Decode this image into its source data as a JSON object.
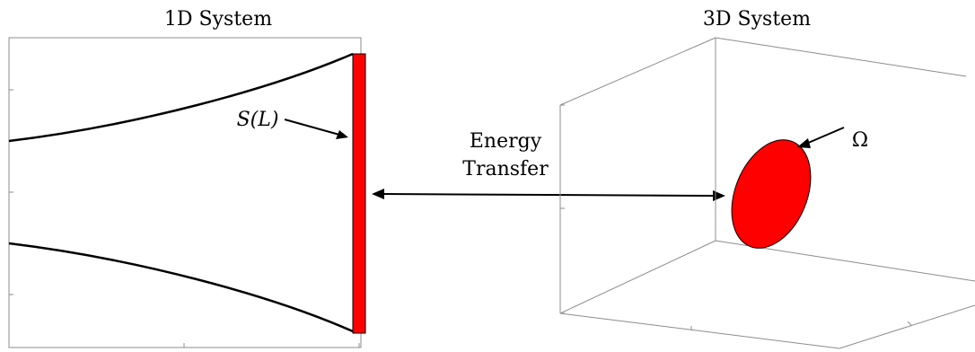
{
  "panels": {
    "left": {
      "title": "1D System",
      "end_label": "S(L)"
    },
    "right": {
      "title": "3D System",
      "region_label": "Ω"
    }
  },
  "connector": {
    "line1": "Energy",
    "line2": "Transfer"
  },
  "colors": {
    "red": "#ff0000",
    "ink": "#000000",
    "frame": "#8c8c8c"
  }
}
